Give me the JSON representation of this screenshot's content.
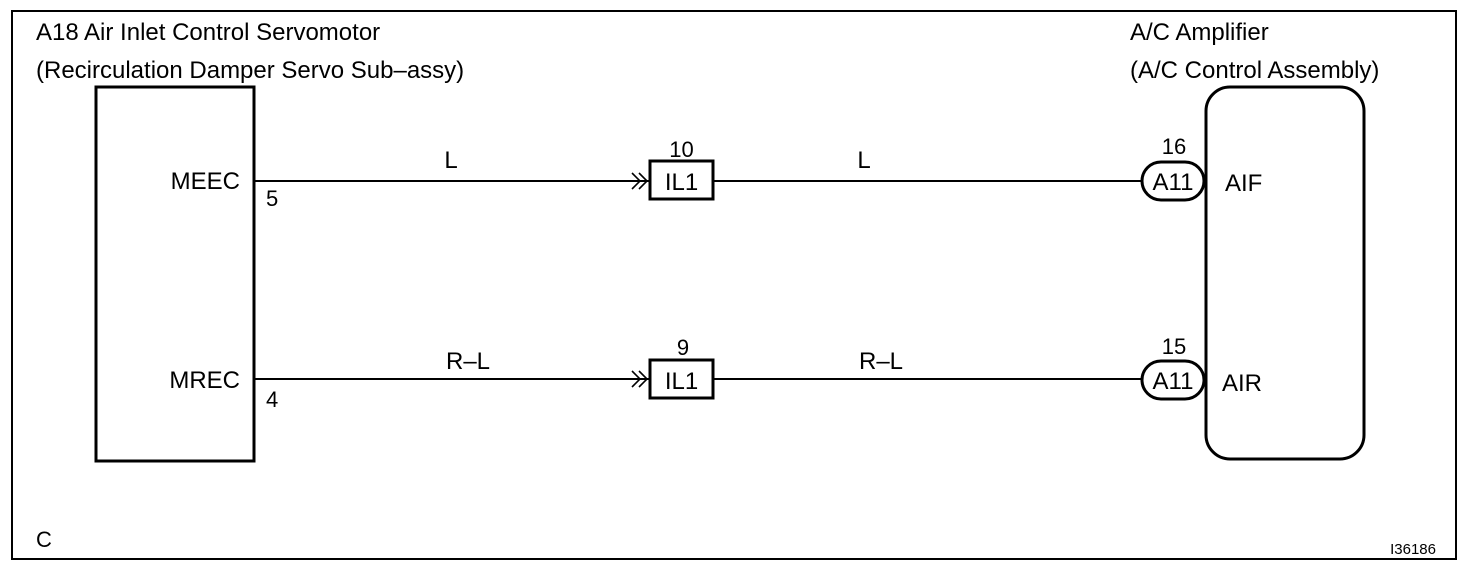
{
  "left_component": {
    "title_line1": "A18 Air Inlet Control Servomotor",
    "title_line2": "(Recirculation Damper Servo Sub–assy)"
  },
  "right_component": {
    "title_line1": "A/C Amplifier",
    "title_line2": "(A/C Control Assembly)"
  },
  "circuits": [
    {
      "left_terminal_name": "MEEC",
      "left_pin": "5",
      "wire_color_1": "L",
      "connector_pin": "10",
      "connector_id": "IL1",
      "wire_color_2": "L",
      "right_pin": "16",
      "right_connector": "A11",
      "right_terminal_name": "AIF"
    },
    {
      "left_terminal_name": "MREC",
      "left_pin": "4",
      "wire_color_1": "R–L",
      "connector_pin": "9",
      "connector_id": "IL1",
      "wire_color_2": "R–L",
      "right_pin": "15",
      "right_connector": "A11",
      "right_terminal_name": "AIR"
    }
  ],
  "corner_label": "C",
  "figure_id": "I36186"
}
